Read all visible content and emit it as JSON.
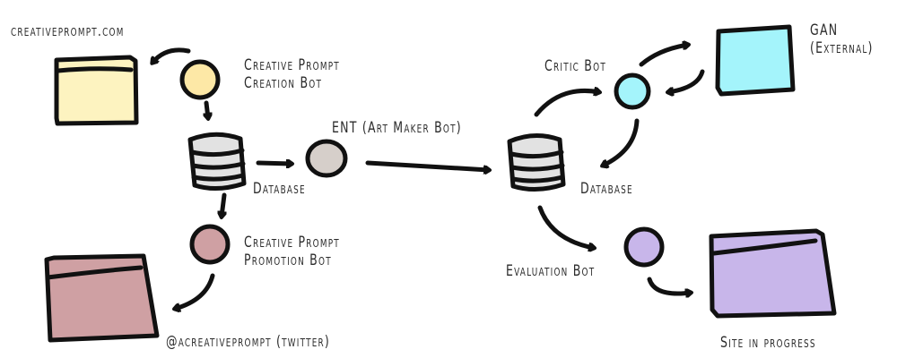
{
  "colors": {
    "creation": "#fdf3c0",
    "creation_node": "#fde8a6",
    "ent_node": "#d6cfca",
    "database": "#e2e2e2",
    "promotion": "#cfa0a3",
    "critic": "#a4f4fb",
    "evaluation": "#c8b6ea",
    "ink": "#111111"
  },
  "labels": {
    "creativeprompt_site": "creativeprompt.com",
    "creation_bot": "Creative Prompt\nCreation Bot",
    "ent_bot": "ENT (Art Maker Bot)",
    "database_left": "Database",
    "promotion_bot": "Creative Prompt\nPromotion Bot",
    "twitter": "@acreativeprompt (twitter)",
    "critic_bot": "Critic Bot",
    "gan": "GAN\n(External)",
    "database_right": "Database",
    "evaluation_bot": "Evaluation Bot",
    "site_in_progress": "Site in progress"
  }
}
